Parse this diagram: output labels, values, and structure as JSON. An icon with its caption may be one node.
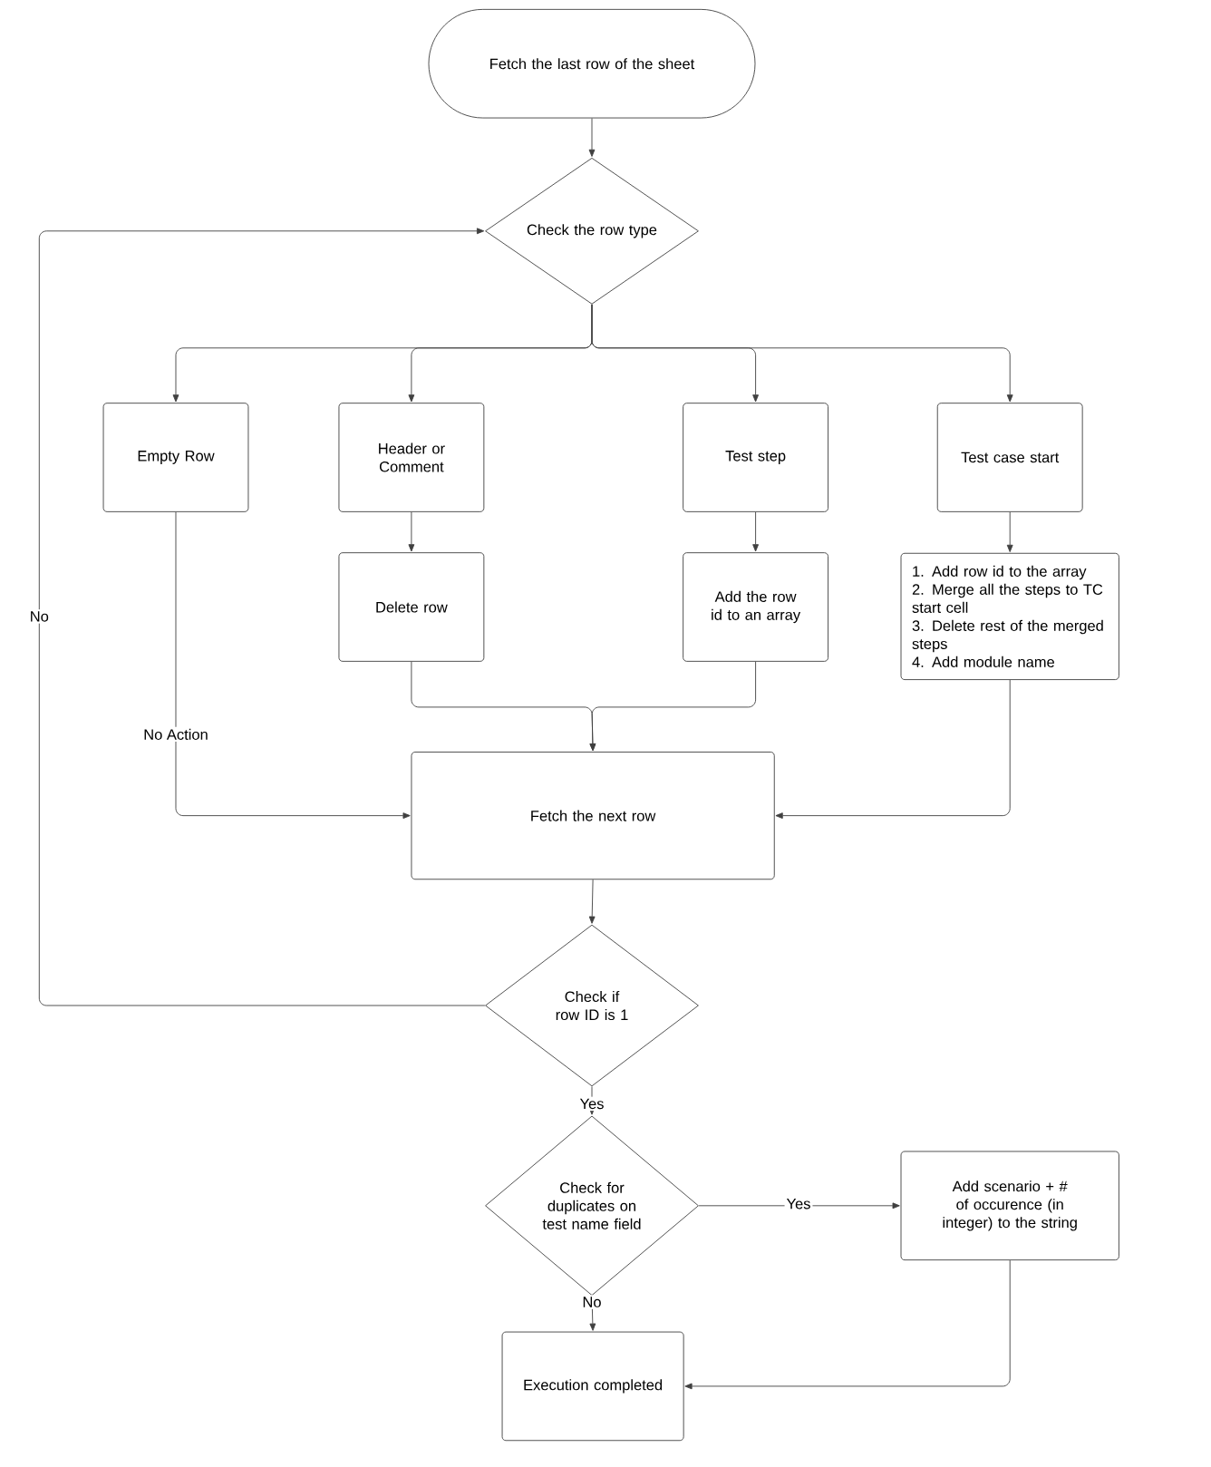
{
  "diagram": {
    "nodes": [
      {
        "text": [
          "Fetch the last row of the sheet"
        ]
      },
      {
        "text": [
          "Check the row type"
        ]
      },
      {
        "text": [
          "Empty Row"
        ]
      },
      {
        "text": [
          "Header or Comment"
        ]
      },
      {
        "text": [
          "Test step"
        ]
      },
      {
        "text": [
          "Test case start"
        ]
      },
      {
        "text": [
          "Delete row"
        ]
      },
      {
        "text": [
          "Add the row id to an array"
        ]
      },
      {
        "text": [
          "1. Add row id to the array",
          "2. Merge all the steps to TC start cell",
          "3. Delete rest of the merged steps",
          "4. Add module name"
        ]
      },
      {
        "text": [
          "Fetch the next row"
        ]
      },
      {
        "text": [
          "Check if row ID is 1"
        ]
      },
      {
        "text": [
          "Check for duplicates on test name field"
        ]
      },
      {
        "text": [
          "Add scenario + # of occurence (in integer) to the string"
        ]
      },
      {
        "text": [
          "Execution completed"
        ]
      }
    ],
    "edges": [
      {
        "from": 0,
        "to": 1,
        "arrow": "to"
      },
      {
        "from": 1,
        "to": 2,
        "arrow": "to"
      },
      {
        "from": 1,
        "to": 3,
        "arrow": "to"
      },
      {
        "from": 1,
        "to": 4,
        "arrow": "to"
      },
      {
        "from": 1,
        "to": 5,
        "arrow": "to"
      },
      {
        "from": 2,
        "to": 9,
        "arrow": "to",
        "label": "No Action"
      },
      {
        "from": 3,
        "to": 6,
        "arrow": "to"
      },
      {
        "from": 4,
        "to": 7,
        "arrow": "to"
      },
      {
        "from": 5,
        "to": 8,
        "arrow": "to"
      },
      {
        "from": 6,
        "to": 9,
        "arrow": "to"
      },
      {
        "from": 7,
        "to": 9,
        "arrow": "to"
      },
      {
        "from": 8,
        "to": 9,
        "arrow": "to"
      },
      {
        "from": 9,
        "to": 10,
        "arrow": "to"
      },
      {
        "from": 10,
        "to": 1,
        "arrow": "to",
        "label": "No"
      },
      {
        "from": 10,
        "to": 11,
        "arrow": "to",
        "label": "Yes"
      },
      {
        "from": 11,
        "to": 12,
        "arrow": "to",
        "label": "Yes"
      },
      {
        "from": 11,
        "to": 13,
        "arrow": "to",
        "label": "No"
      },
      {
        "from": 12,
        "to": 13,
        "arrow": "to"
      }
    ]
  }
}
